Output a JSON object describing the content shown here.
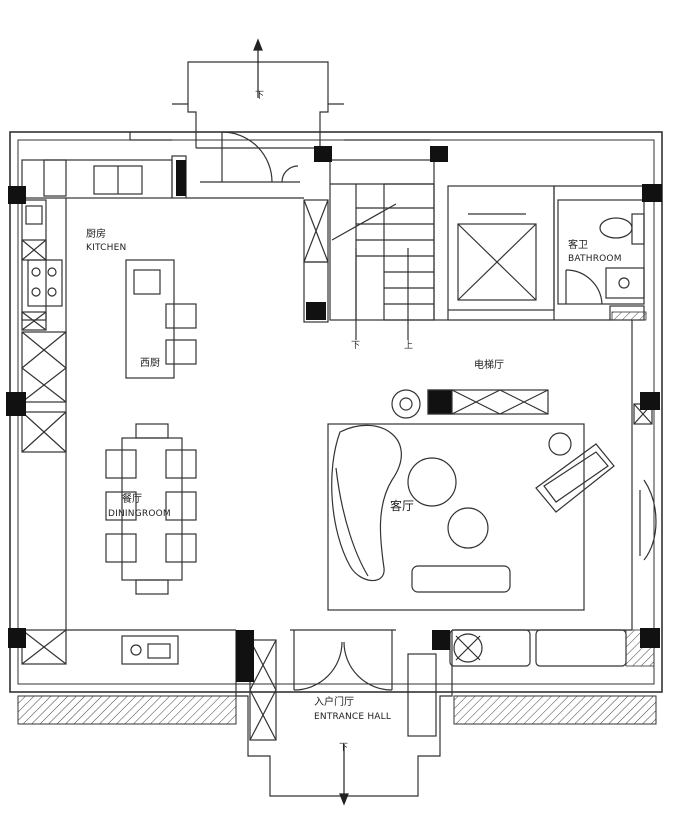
{
  "rooms": {
    "kitchen": {
      "zh": "厨房",
      "en": "KITCHEN"
    },
    "western_kitchen": {
      "zh": "西厨"
    },
    "dining": {
      "zh": "餐厅",
      "en": "DININGROOM"
    },
    "living": {
      "zh": "客厅"
    },
    "elevator_hall": {
      "zh": "电梯厅"
    },
    "guest_bath": {
      "zh": "客卫",
      "en": "BATHROOM"
    },
    "entrance_hall": {
      "zh": "入户门厅",
      "en": "ENTRANCE HALL"
    }
  },
  "stair_marks": {
    "down_top": "下",
    "down_stair": "下",
    "up_stair": "上",
    "down_bottom": "下"
  }
}
